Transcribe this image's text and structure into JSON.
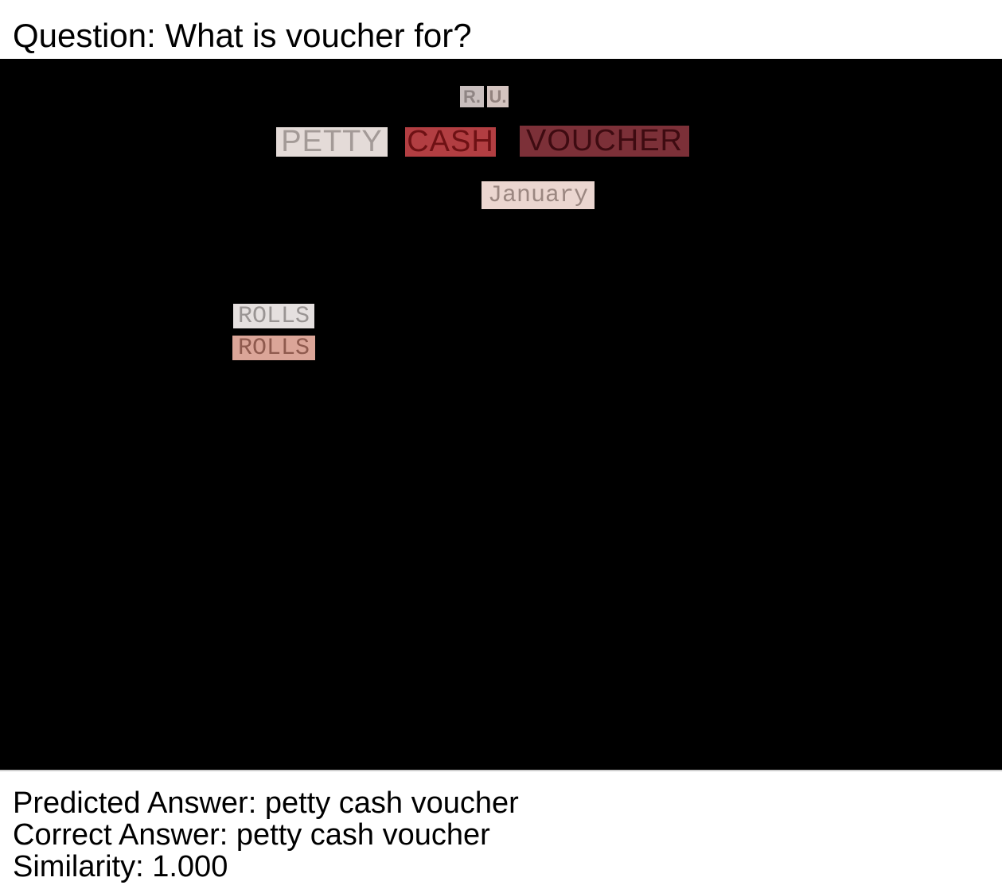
{
  "question": "Question: What is voucher for?",
  "tokens": [
    {
      "text": "R.",
      "bg": "#c9bfbe",
      "fg": "#8f8584"
    },
    {
      "text": "U.",
      "bg": "#d4c4c0",
      "fg": "#93837f"
    },
    {
      "text": "PETTY",
      "bg": "#e4dbd8",
      "fg": "#a39a97"
    },
    {
      "text": "CASH",
      "bg": "#b23e42",
      "fg": "#6e1114"
    },
    {
      "text": "VOUCHER",
      "bg": "#7c3038",
      "fg": "#3e0b11"
    },
    {
      "text": "January",
      "bg": "#ebd6d0",
      "fg": "#9b8781"
    },
    {
      "text": "ROLLS",
      "bg": "#e5e0df",
      "fg": "#9a9594"
    },
    {
      "text": "ROLLS",
      "bg": "#dba598",
      "fg": "#8f5a4e"
    }
  ],
  "results": {
    "predicted": "Predicted Answer: petty cash voucher",
    "correct": "Correct Answer: petty cash voucher",
    "similarity": "Similarity: 1.000"
  }
}
